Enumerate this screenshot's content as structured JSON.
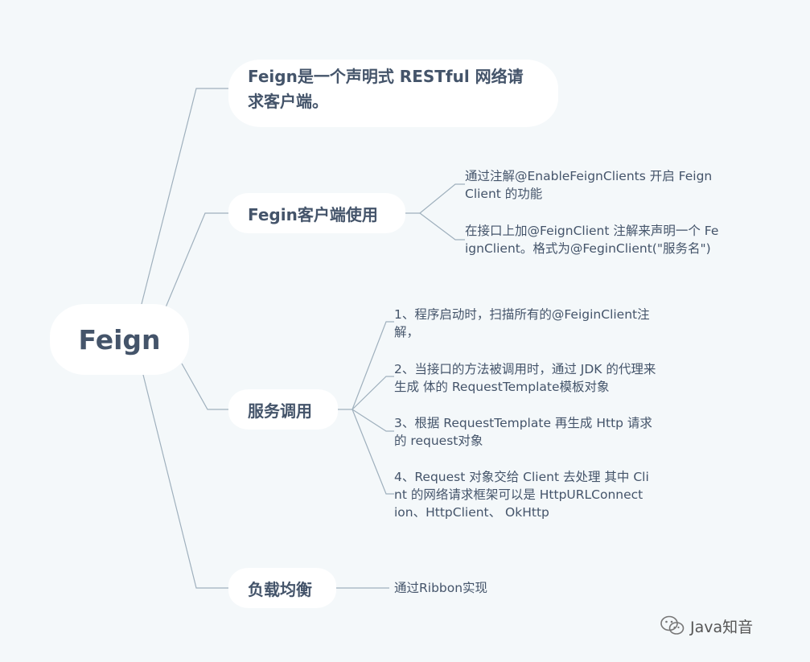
{
  "root": {
    "label": "Feign"
  },
  "branches": [
    {
      "id": "intro",
      "label_lines": [
        "Feign是一个声明式 RESTful 网络请",
        "求客户端。"
      ],
      "leaves": []
    },
    {
      "id": "client",
      "label": "Fegin客户端使用",
      "leaves": [
        {
          "lines": [
            "通过注解@EnableFeignClients 开启 Feign",
            "Client 的功能"
          ]
        },
        {
          "lines": [
            "在接口上加@FeignClient 注解来声明一个 Fe",
            "ignClient。格式为@FeginClient(\"服务名\")"
          ]
        }
      ]
    },
    {
      "id": "invoke",
      "label": "服务调用",
      "leaves": [
        {
          "lines": [
            "1、程序启动时，扫描所有的@FeiginClient注",
            "解，"
          ]
        },
        {
          "lines": [
            "2、当接口的方法被调用时，通过 JDK 的代理来",
            "生成 体的 RequestTemplate模板对象"
          ]
        },
        {
          "lines": [
            "3、根据 RequestTemplate 再生成 Http 请求",
            "的 request对象"
          ]
        },
        {
          "lines": [
            "4、Request 对象交给 Client 去处理 其中 Cli",
            "nt 的网络请求框架可以是 HttpURLConnect",
            "ion、HttpClient、 OkHttp"
          ]
        }
      ]
    },
    {
      "id": "lb",
      "label": "负载均衡",
      "leaves": [
        {
          "lines": [
            "通过Ribbon实现"
          ]
        }
      ]
    }
  ],
  "watermark": {
    "text": "Java知音",
    "icon": "wechat-icon"
  },
  "colors": {
    "background": "#f4f8fa",
    "node": "#ffffff",
    "text": "#44546a",
    "connector": "#9fb0bd"
  }
}
